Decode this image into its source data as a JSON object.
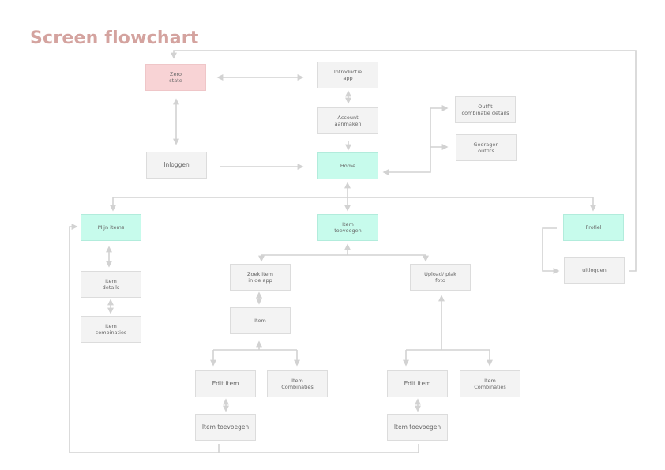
{
  "title": "Screen flowchart",
  "colors": {
    "title": "#d4a39f",
    "line": "#d2d2d2",
    "node": "#f3f3f3",
    "zero_state": "#f8d3d5",
    "highlight": "#c7fbec"
  },
  "nodes": {
    "zero_state": "Zero\nstate",
    "introductie_app": "Introductie\napp",
    "account_aanmaken": "Account\naanmaken",
    "inloggen": "Inloggen",
    "home": "Home",
    "outfit_combinatie": "Outfit\ncombinatie details",
    "gedragen_outfits": "Gedragen\noutfits",
    "mijn_items": "Mijn items",
    "item_toevoegen": "Item\ntoevoegen",
    "profiel": "Profiel",
    "item_details": "Item\ndetails",
    "item_combinaties": "Item\ncombinaties",
    "zoek_item": "Zoek item\nin de app",
    "upload_foto": "Upload/ plak\nfoto",
    "uitloggen": "uitloggen",
    "item": "Item",
    "edit_item_1": "Edit item",
    "item_combinaties_1": "Item\nCombinaties",
    "edit_item_2": "Edit item",
    "item_combinaties_2": "Item\nCombinaties",
    "item_toevoegen_1": "Item toevoegen",
    "item_toevoegen_2": "Item toevoegen"
  }
}
